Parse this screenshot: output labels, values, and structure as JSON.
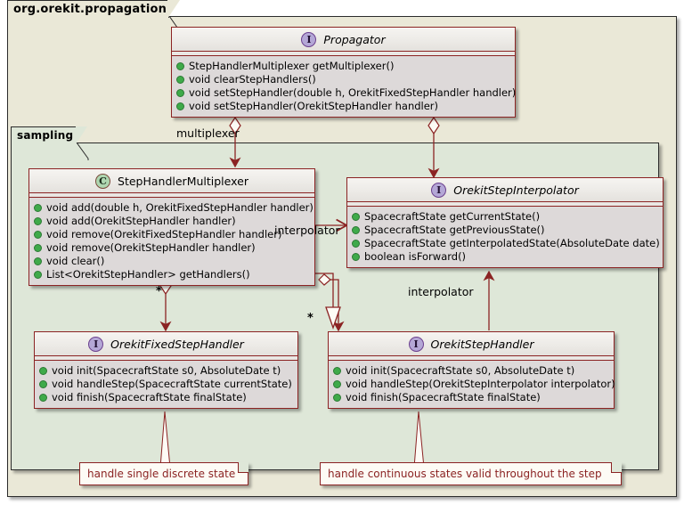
{
  "diagram": {
    "type": "uml-class-diagram",
    "packages": [
      {
        "id": "outer",
        "name": "org.orekit.propagation",
        "background": "#EAE8D7"
      },
      {
        "id": "sampling",
        "name": "sampling",
        "background": "#DEE7D8"
      }
    ]
  },
  "classes": {
    "propagator": {
      "stereotype": "interface",
      "badge": "I",
      "name": "Propagator",
      "members": [
        "StepHandlerMultiplexer getMultiplexer()",
        "void clearStepHandlers()",
        "void setStepHandler(double h, OrekitFixedStepHandler handler)",
        "void setStepHandler(OrekitStepHandler handler)"
      ]
    },
    "multiplexer": {
      "stereotype": "class",
      "badge": "C",
      "name": "StepHandlerMultiplexer",
      "members": [
        "void add(double h, OrekitFixedStepHandler handler)",
        "void add(OrekitStepHandler handler)",
        "void remove(OrekitFixedStepHandler handler)",
        "void remove(OrekitStepHandler handler)",
        "void clear()",
        "List<OrekitStepHandler> getHandlers()"
      ]
    },
    "interpolator": {
      "stereotype": "interface",
      "badge": "I",
      "name": "OrekitStepInterpolator",
      "members": [
        "SpacecraftState getCurrentState()",
        "SpacecraftState getPreviousState()",
        "SpacecraftState getInterpolatedState(AbsoluteDate date)",
        "boolean isForward()"
      ]
    },
    "fixedStepHandler": {
      "stereotype": "interface",
      "badge": "I",
      "name": "OrekitFixedStepHandler",
      "members": [
        "void init(SpacecraftState s0, AbsoluteDate t)",
        "void handleStep(SpacecraftState currentState)",
        "void finish(SpacecraftState finalState)"
      ]
    },
    "stepHandler": {
      "stereotype": "interface",
      "badge": "I",
      "name": "OrekitStepHandler",
      "members": [
        "void init(SpacecraftState s0, AbsoluteDate t)",
        "void handleStep(OrekitStepInterpolator interpolator)",
        "void finish(SpacecraftState finalState)"
      ]
    }
  },
  "edges": {
    "multiplexer_label": "multiplexer",
    "interpolator_label_mid": "interpolator",
    "interpolator_label_lower": "interpolator",
    "multiplicity_fixed": "*",
    "multiplicity_step": "*"
  },
  "notes": {
    "fixed": "handle single discrete state",
    "step": "handle continuous states valid throughout the step"
  },
  "colors": {
    "package_outer_bg": "#EAE8D7",
    "package_inner_bg": "#DEE7D8",
    "class_border": "#8B2323",
    "class_body_bg": "#DDD9D9",
    "interface_badge": "#B4A7D6",
    "class_badge": "#AED6B0",
    "member_dot": "#3FAA4A",
    "note_text": "#8B2323"
  }
}
